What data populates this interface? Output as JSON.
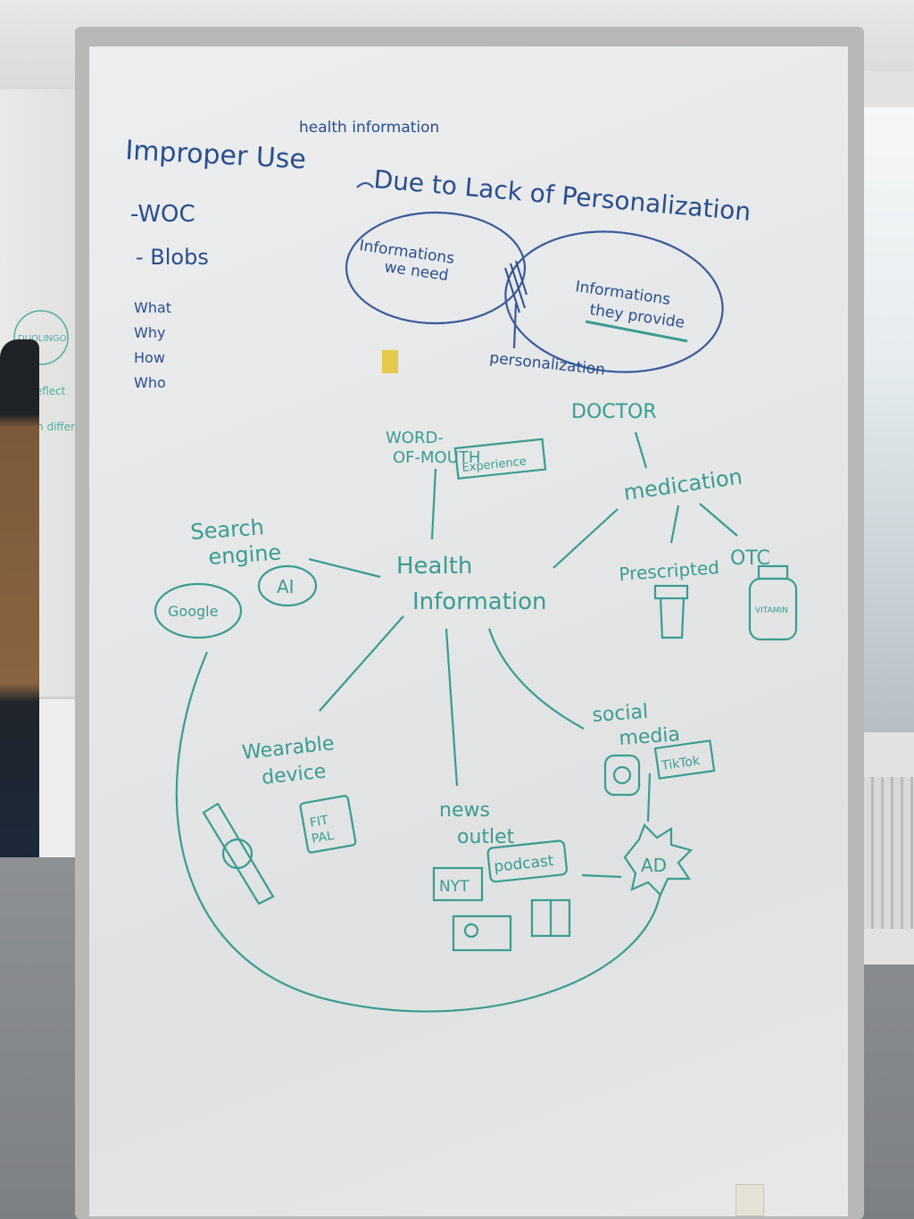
{
  "board": {
    "title_annotation": "health information",
    "title_part1": "Improper Use",
    "title_part2": "Due to Lack of Personalization",
    "bullets": [
      "-WOC",
      "- Blobs"
    ],
    "questions": [
      "What",
      "Why",
      "How",
      "Who"
    ],
    "venn_left": [
      "Informations",
      "we need"
    ],
    "venn_right": [
      "Informations",
      "they provide"
    ],
    "venn_overlap_label": "personalization"
  },
  "mindmap": {
    "center": [
      "Health",
      "Information"
    ],
    "word_of_mouth": [
      "WORD-",
      "OF-MOUTH"
    ],
    "experience": "Experience",
    "doctor": "DOCTOR",
    "medication": "medication",
    "prescripted": "Prescripted",
    "otc": "OTC",
    "vitamin": "VITAMIN",
    "search_engine": [
      "Search",
      "engine"
    ],
    "google": "Google",
    "ai": "AI",
    "wearable": [
      "Wearable",
      "device"
    ],
    "fitpal": [
      "FIT",
      "PAL"
    ],
    "news": [
      "news",
      "outlet"
    ],
    "nyt": "NYT",
    "podcast": "podcast",
    "social": [
      "social",
      "media"
    ],
    "tiktok": "TikTok",
    "ad": "AD"
  },
  "background_board": {
    "labels": [
      "DUOLINGO",
      "Reflect",
      "Main differ"
    ]
  },
  "colors": {
    "blue_marker": "#2a4d8c",
    "green_marker": "#3a9c8f",
    "board": "#e6e8ea"
  }
}
